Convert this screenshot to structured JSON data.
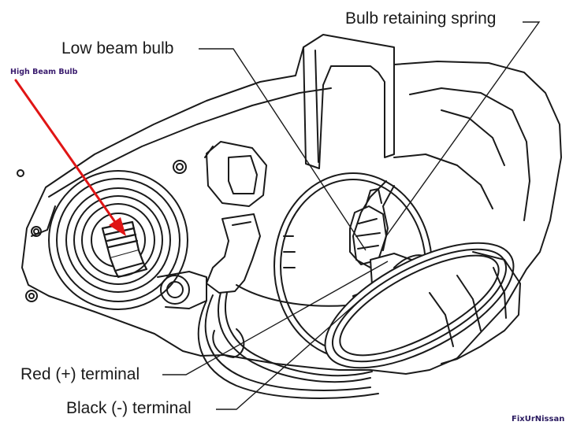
{
  "labels": {
    "bulb_retaining_spring": "Bulb retaining spring",
    "low_beam_bulb": "Low beam bulb",
    "high_beam_bulb": "High Beam Bulb",
    "red_terminal": "Red (+) terminal",
    "black_terminal": "Black (-) terminal"
  },
  "watermark": "FixUrNissan",
  "colors": {
    "line": "#1a1a1a",
    "arrow": "#e01515",
    "annotation": "#3a1c6e"
  }
}
